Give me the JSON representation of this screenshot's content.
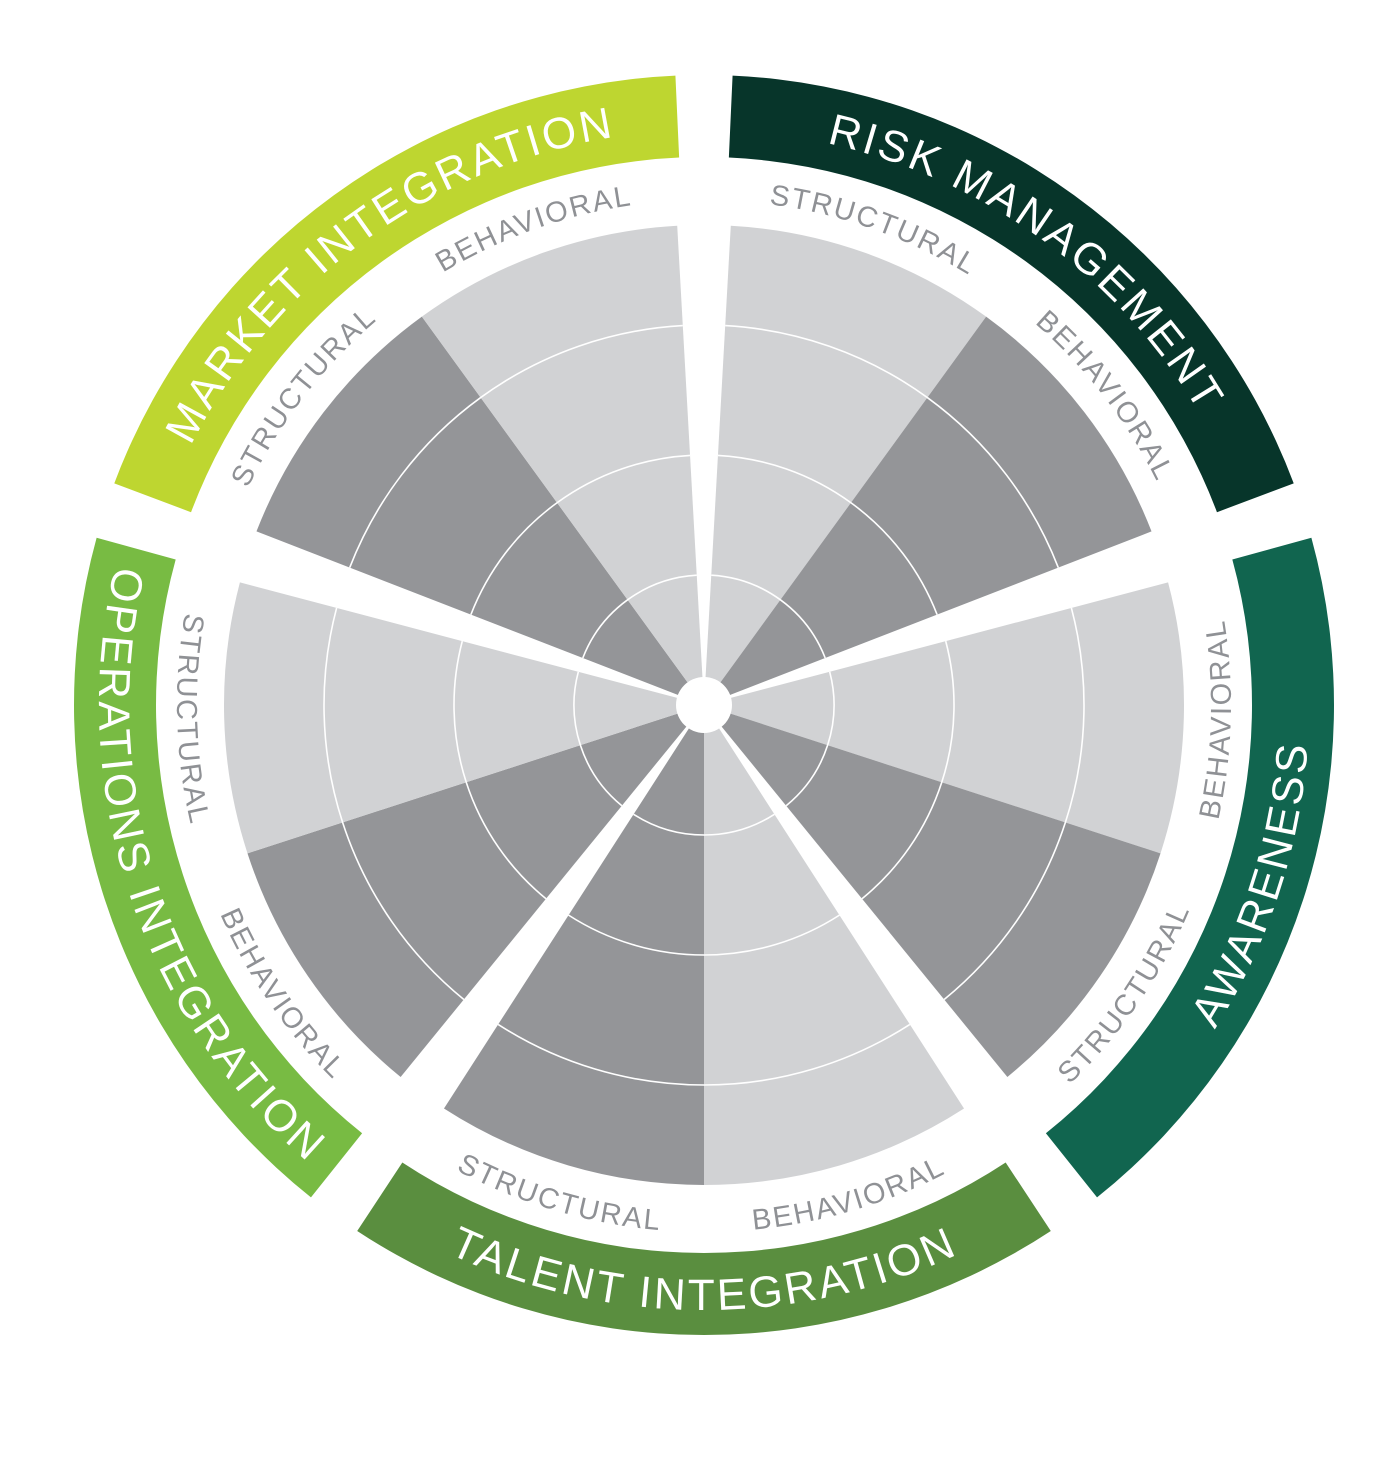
{
  "colors": {
    "risk_management": "#07352a",
    "awareness": "#11654f",
    "talent_integration": "#5a8e3f",
    "operations_integration": "#78bb43",
    "market_integration": "#bed630",
    "wedge_light": "#d1d2d4",
    "wedge_dark": "#949598",
    "ring_line": "#ffffff",
    "sub_label": "#8f9195"
  },
  "sectors": [
    {
      "id": "risk-management",
      "label": "RISK MANAGEMENT",
      "color_key": "risk_management",
      "sub_labels": [
        "STRUCTURAL",
        "BEHAVIORAL"
      ],
      "shades": [
        "light",
        "dark"
      ]
    },
    {
      "id": "awareness",
      "label": "AWARENESS",
      "color_key": "awareness",
      "sub_labels": [
        "BEHAVIORAL",
        "STRUCTURAL"
      ],
      "shades": [
        "light",
        "dark"
      ]
    },
    {
      "id": "talent-integration",
      "label": "TALENT INTEGRATION",
      "color_key": "talent_integration",
      "sub_labels": [
        "BEHAVIORAL",
        "STRUCTURAL"
      ],
      "shades": [
        "light",
        "dark"
      ]
    },
    {
      "id": "operations-integration",
      "label": "OPERATIONS INTEGRATION",
      "color_key": "operations_integration",
      "sub_labels": [
        "BEHAVIORAL",
        "STRUCTURAL"
      ],
      "shades": [
        "dark",
        "light"
      ]
    },
    {
      "id": "market-integration",
      "label": "MARKET INTEGRATION",
      "color_key": "market_integration",
      "sub_labels": [
        "STRUCTURAL",
        "BEHAVIORAL"
      ],
      "shades": [
        "dark",
        "light"
      ]
    }
  ]
}
